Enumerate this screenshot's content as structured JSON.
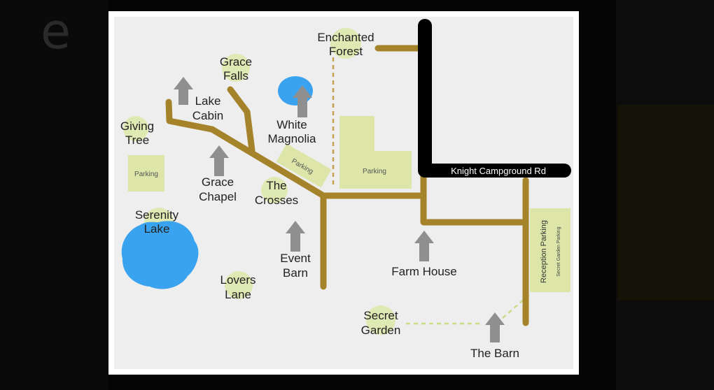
{
  "colors": {
    "paper": "#ffffff",
    "map_bg": "#eeeeee",
    "road": "#a5832a",
    "main_road": "#000000",
    "parking": "#dde6a8",
    "water": "#3aa3f0",
    "building": "#8f8f8f",
    "label_dot": "#dfe9b3",
    "text": "#222222"
  },
  "main_road_label": "Knight Campground Rd",
  "locations": {
    "enchanted_forest": [
      "Enchanted",
      "Forest"
    ],
    "grace_falls": [
      "Grace",
      "Falls"
    ],
    "lake_cabin": [
      "Lake",
      "Cabin"
    ],
    "white_magnolia": [
      "White",
      "Magnolia"
    ],
    "giving_tree": [
      "Giving",
      "Tree"
    ],
    "grace_chapel": [
      "Grace",
      "Chapel"
    ],
    "the_crosses": [
      "The",
      "Crosses"
    ],
    "serenity_lake": [
      "Serenity",
      "Lake"
    ],
    "event_barn": [
      "Event",
      "Barn"
    ],
    "lovers_lane": [
      "Lovers",
      "Lane"
    ],
    "farm_house": "Farm House",
    "secret_garden": [
      "Secret",
      "Garden"
    ],
    "the_barn": "The Barn"
  },
  "parking": {
    "left": "Parking",
    "angled": "Parking",
    "center": "Parking",
    "reception": "Reception Parking",
    "secret_garden": "Secret Garden Parking"
  },
  "icons": [
    "building-icon",
    "lake-icon",
    "pond-icon"
  ]
}
